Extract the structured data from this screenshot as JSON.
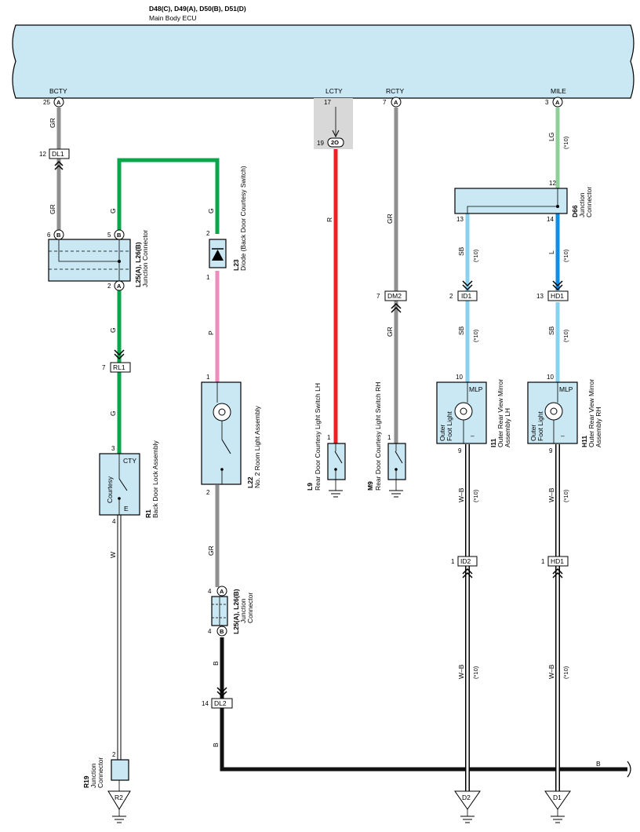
{
  "header": {
    "ecu_codes": "D48(C), D49(A), D50(B), D51(D)",
    "ecu_name": "Main Body ECU"
  },
  "ecu_terminals": {
    "bcty": {
      "name": "BCTY",
      "pin": "25",
      "conn": "A"
    },
    "lcty": {
      "name": "LCTY",
      "pin": "17",
      "pin2": "19",
      "conn2": "2O"
    },
    "rcty": {
      "name": "RCTY",
      "pin": "7",
      "conn": "A"
    },
    "mile": {
      "name": "MILE",
      "pin": "3",
      "conn": "A"
    }
  },
  "wire_colors": {
    "gr": "GR",
    "g": "G",
    "r": "R",
    "p": "P",
    "lg": "LG",
    "sb": "SB",
    "l": "L",
    "w": "W",
    "b": "B",
    "wb": "W–B",
    "note10": "(*10)"
  },
  "connectors": {
    "dl1": {
      "label": "DL1",
      "pin": "12"
    },
    "rl1": {
      "label": "RL1",
      "pin": "7"
    },
    "dm2": {
      "label": "DM2",
      "pin": "7"
    },
    "id1": {
      "label": "ID1",
      "pin": "2"
    },
    "hd1_top": {
      "label": "HD1",
      "pin": "13"
    },
    "id2": {
      "label": "ID2",
      "pin": "1"
    },
    "hd1_bot": {
      "label": "HD1",
      "pin": "1"
    },
    "dl2": {
      "label": "DL2",
      "pin": "14"
    }
  },
  "components": {
    "l25_top": {
      "code": "L25(A), L26(B)",
      "name": "Junction Connector",
      "pin_b6": "6",
      "pin_b5": "5",
      "pin_a2": "2",
      "conn_b": "B",
      "conn_a": "A"
    },
    "l23": {
      "code": "L23",
      "name": "Diode (Back Door Courtesy Switch)",
      "pin_top": "2",
      "pin_bot": "1"
    },
    "l22": {
      "code": "L22",
      "name": "No. 2 Room Light Assembly",
      "pin_top": "1",
      "pin_bot": "2"
    },
    "r1": {
      "code": "R1",
      "name": "Back Door Lock Assembly",
      "cty": "CTY",
      "courtesy": "Courtesy",
      "e": "E",
      "pin_top": "3",
      "pin_bot": "4"
    },
    "l9": {
      "code": "L9",
      "name": "Rear Door Courtesy Light Switch LH",
      "pin": "1"
    },
    "m9": {
      "code": "M9",
      "name": "Rear Door Courtesy Light Switch RH",
      "pin": "1"
    },
    "d66": {
      "code": "D66",
      "name1": "Junction",
      "name2": "Connector",
      "pin12": "12",
      "pin13": "13",
      "pin14": "14"
    },
    "i11": {
      "code": "I11",
      "name1": "Outer Rear View Mirror",
      "name2": "Assembly LH",
      "mlp": "MLP",
      "lamp1": "Outer",
      "lamp2": "Foot Light",
      "pin_top": "10",
      "pin_bot": "9",
      "minus": "–"
    },
    "h11": {
      "code": "H11",
      "name1": "Outer Rear View Mirror",
      "name2": "Assembly RH",
      "mlp": "MLP",
      "lamp1": "Outer",
      "lamp2": "Foot Light",
      "pin_top": "10",
      "pin_bot": "9",
      "minus": "–"
    },
    "l25_bot": {
      "code": "L25(A), L26(B)",
      "name1": "Junction",
      "name2": "Connector",
      "pin_a": "4",
      "pin_b": "4",
      "conn_a": "A",
      "conn_b": "B"
    },
    "r19": {
      "code": "R19",
      "name1": "Junction",
      "name2": "Connector",
      "pin": "2"
    }
  },
  "grounds": {
    "r2": "R2",
    "d2": "D2",
    "d1": "D1"
  },
  "colors": {
    "ecu_fill": "#c9e8f4",
    "gray_wire": "#8f8f8f",
    "green_wire": "#0aa64b",
    "red_wire": "#ee2024",
    "pink_wire": "#f08bbd",
    "lightgreen_wire": "#8fcf9a",
    "skyblue_wire": "#8ad1f0",
    "blue_wire": "#0f8fe0",
    "black_wire": "#111111"
  }
}
